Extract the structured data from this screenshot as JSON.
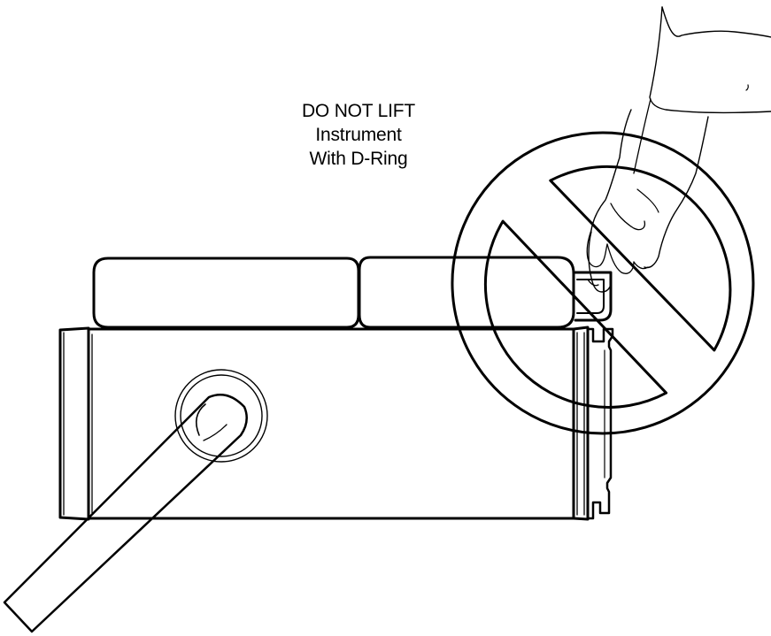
{
  "caption": {
    "line1": "DO NOT LIFT",
    "line2": "Instrument",
    "line3": "With D-Ring"
  },
  "icons": {
    "prohibition": "prohibition-sign-icon",
    "hand": "hand-pulling-icon"
  },
  "colors": {
    "line": "#000000",
    "background": "#ffffff"
  }
}
